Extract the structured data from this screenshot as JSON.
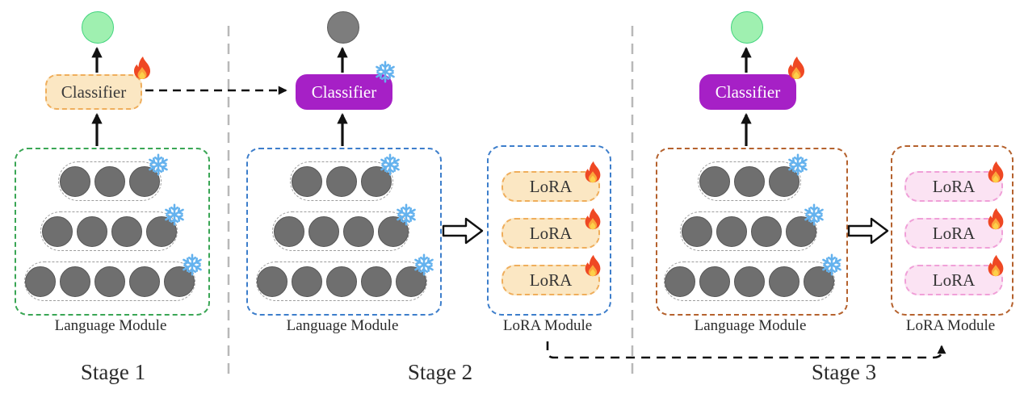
{
  "icons": {
    "trainable": "fire-icon",
    "frozen": "snowflake-icon"
  },
  "colors": {
    "stage1_module_border": "#3aa655",
    "stage2_module_border": "#3d7ecb",
    "stage3_module_border": "#b5622e",
    "classifier_trainable_bg": "#fbe7c3",
    "classifier_trainable_border": "#efae5c",
    "classifier_frozen_bg": "#a620c6",
    "lora_pill_stage2_bg": "#fbe7c3",
    "lora_pill_stage2_border": "#efae5c",
    "lora_pill_stage3_bg": "#fbe3f3",
    "lora_pill_stage3_border": "#f0a0d8",
    "output_node_green": "#9ff0b0",
    "output_node_gray": "#7d7d7d",
    "neuron_gray": "#6f6f6f",
    "snowflake_blue": "#64b2ee",
    "fire_red": "#ef4823",
    "divider_gray": "#b8b8b8"
  },
  "stages": [
    {
      "label": "Stage 1",
      "output_node": {
        "color_name": "green"
      },
      "classifier": {
        "label": "Classifier",
        "state_icon": "fire-icon"
      },
      "language_module": {
        "label": "Language Module",
        "layer_neuron_counts": [
          3,
          4,
          5
        ],
        "layer_state_icon": "snowflake-icon"
      }
    },
    {
      "label": "Stage 2",
      "output_node": {
        "color_name": "gray"
      },
      "classifier": {
        "label": "Classifier",
        "state_icon": "snowflake-icon"
      },
      "language_module": {
        "label": "Language Module",
        "layer_neuron_counts": [
          3,
          4,
          5
        ],
        "layer_state_icon": "snowflake-icon"
      },
      "lora_module": {
        "label": "LoRA Module",
        "pills": [
          "LoRA",
          "LoRA",
          "LoRA"
        ],
        "pill_state_icon": "fire-icon"
      }
    },
    {
      "label": "Stage 3",
      "output_node": {
        "color_name": "green"
      },
      "classifier": {
        "label": "Classifier",
        "state_icon": "fire-icon"
      },
      "language_module": {
        "label": "Language Module",
        "layer_neuron_counts": [
          3,
          4,
          5
        ],
        "layer_state_icon": "snowflake-icon"
      },
      "lora_module": {
        "label": "LoRA Module",
        "pills": [
          "LoRA",
          "LoRA",
          "LoRA"
        ],
        "pill_state_icon": "fire-icon"
      }
    }
  ]
}
